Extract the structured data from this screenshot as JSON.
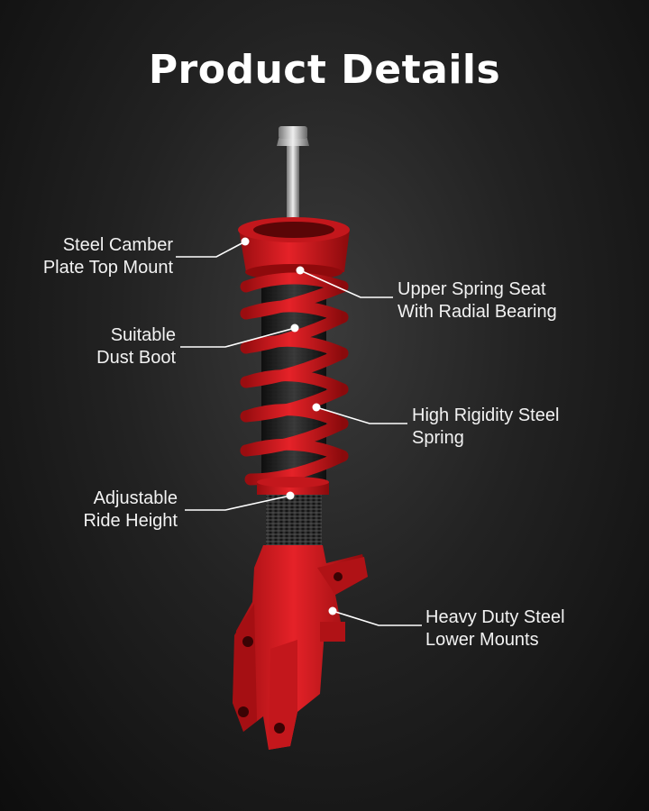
{
  "title": "Product Details",
  "callouts": [
    {
      "name": "steel-camber-plate",
      "lines": [
        "Steel Camber",
        "Plate Top Mount"
      ]
    },
    {
      "name": "suitable-dust-boot",
      "lines": [
        "Suitable",
        "Dust Boot"
      ]
    },
    {
      "name": "adjustable-ride-height",
      "lines": [
        "Adjustable",
        "Ride Height"
      ]
    },
    {
      "name": "upper-spring-seat",
      "lines": [
        "Upper Spring Seat",
        "With Radial Bearing"
      ]
    },
    {
      "name": "high-rigidity-spring",
      "lines": [
        "High Rigidity Steel",
        "Spring"
      ]
    },
    {
      "name": "heavy-duty-mounts",
      "lines": [
        "Heavy Duty Steel",
        "Lower Mounts"
      ]
    }
  ],
  "colors": {
    "accent_red": "#d8161b",
    "dark_red": "#8e0a0c",
    "boot_black": "#1a1a1a",
    "leader_white": "#ffffff"
  }
}
